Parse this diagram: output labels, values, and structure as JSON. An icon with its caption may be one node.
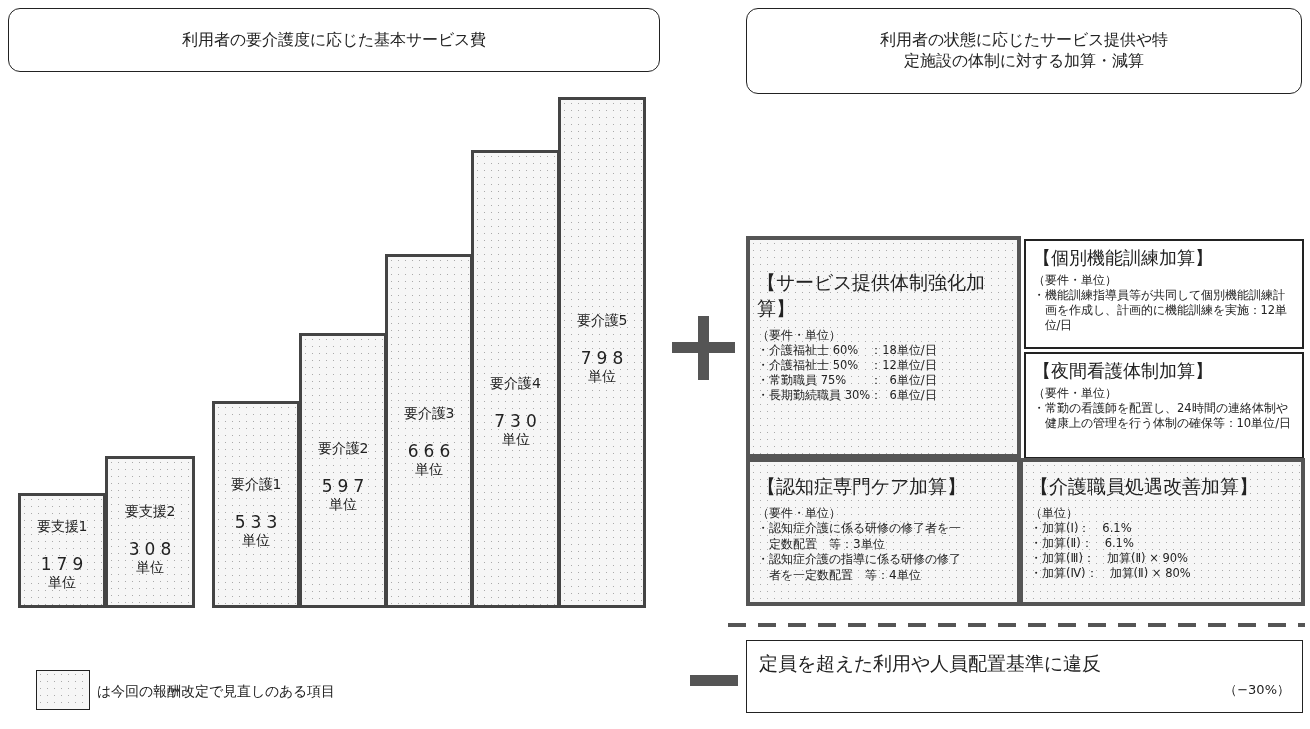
{
  "diagram": {
    "nodes": [
      {
        "text": [
          "利用者の要介護度に応じた基本サービス費"
        ]
      },
      {
        "text": [
          "利用者の状態に応じたサービス提供や特定施設の体制に対する加算・減算"
        ]
      },
      {
        "text": [
          "要支援1",
          "179",
          "単位"
        ]
      },
      {
        "text": [
          "要支援2",
          "308",
          "単位"
        ]
      },
      {
        "text": [
          "要介護1",
          "533",
          "単位"
        ]
      },
      {
        "text": [
          "要介護2",
          "597",
          "単位"
        ]
      },
      {
        "text": [
          "要介護3",
          "666",
          "単位"
        ]
      },
      {
        "text": [
          "要介護4",
          "730",
          "単位"
        ]
      },
      {
        "text": [
          "要介護5",
          "798",
          "単位"
        ]
      },
      {
        "text": [
          "【サービス提供体制強化加算】",
          "（要件・単位）",
          "・介護福祉士 60%　：18単位/日",
          "・介護福祉士 50%　：12単位/日",
          "・常勤職員 75%　　：  6単位/日",
          "・長期勤続職員 30%：  6単位/日"
        ]
      },
      {
        "text": [
          "【個別機能訓練加算】",
          "（要件・単位）",
          "・機能訓練指導員等が共同して個別機能訓練計画を作成し、計画的に機能訓練を実施：12単位/日"
        ]
      },
      {
        "text": [
          "【夜間看護体制加算】",
          "（要件・単位）",
          "・常勤の看護師を配置し、24時間の連絡体制や健康上の管理を行う体制の確保等：10単位/日"
        ]
      },
      {
        "text": [
          "【認知症専門ケア加算】",
          "（要件・単位）",
          "・認知症介護に係る研修の修了者を一定数配置　等：3単位",
          "・認知症介護の指導に係る研修の修了者を一定数配置　等：4単位"
        ]
      },
      {
        "text": [
          "【介護職員処遇改善加算】",
          "（単位）",
          "・加算(Ⅰ)：　6.1%",
          "・加算(Ⅱ)：　6.1%",
          "・加算(Ⅲ)：　加算(Ⅱ) × 90%",
          "・加算(Ⅳ)：　加算(Ⅱ) × 80%"
        ]
      },
      {
        "text": [
          "定員を超えた利用や人員配置基準に違反",
          "（−30%）"
        ]
      }
    ],
    "legend": [
      {
        "text": "は今回の報酬改定で見直しのある項目"
      }
    ]
  }
}
